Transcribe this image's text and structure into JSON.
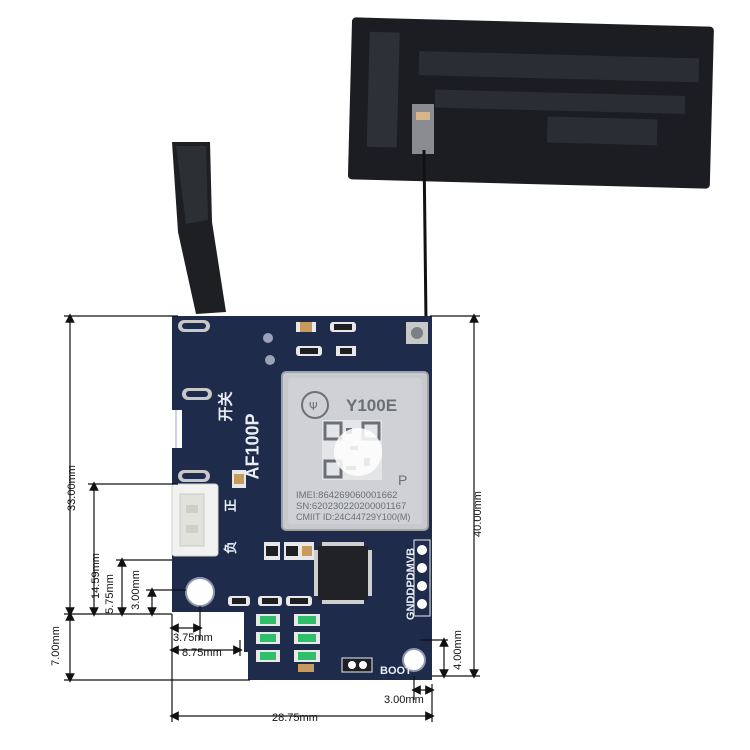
{
  "board": {
    "model_label": "AF100P",
    "switch_label": "开关",
    "positive_label": "正",
    "negative_label": "负",
    "pin_labels": "GNDDPDMVB",
    "boot_label": "BOOT"
  },
  "module": {
    "name": "Y100E",
    "variant": "P",
    "imei": "IMEI:864269060001662",
    "sn": "SN:620230220200001167",
    "cmiit": "CMIIT ID:24C44729Y100(M)"
  },
  "dimensions": {
    "height_total": "40.00mm",
    "height_upper": "33.00mm",
    "connector_offset": "14.59mm",
    "hole_offset": "5.75mm",
    "hole_small": "3.00mm",
    "bottom_height": "7.00mm",
    "hole_x": "3.75mm",
    "connector_x": "8.75mm",
    "width_total": "28.75mm",
    "boot_offset": "4.00mm",
    "edge_offset": "3.00mm"
  },
  "colors": {
    "pcb": "#1f2b4a",
    "silkscreen": "#e9eef6",
    "antenna": "#1b1d22",
    "module_shield": "#c7c9cc"
  }
}
